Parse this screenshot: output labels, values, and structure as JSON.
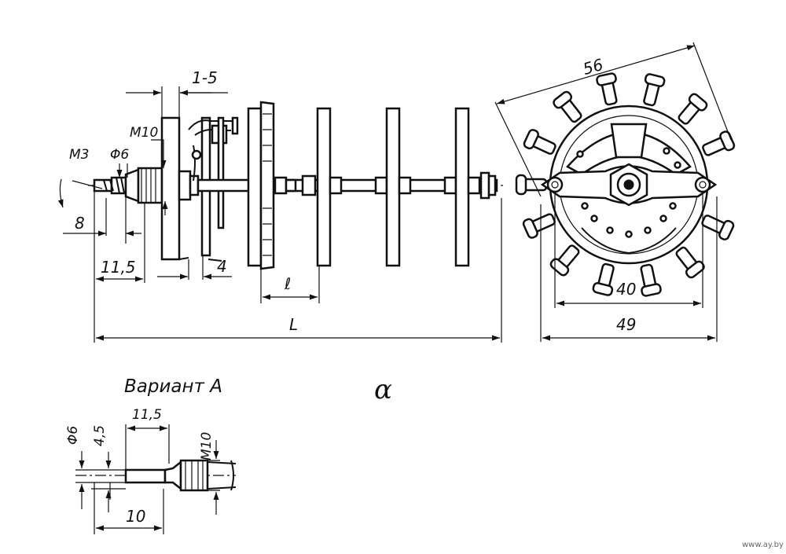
{
  "labels": {
    "m3": "М3",
    "phi6_top": "Φ6",
    "m10_top": "М10",
    "one_five": "1-5",
    "eight": "8",
    "eleven5_main": "11,5",
    "four": "4",
    "small_l": "ℓ",
    "big_l": "L",
    "d56": "56",
    "d40": "40",
    "d49": "49",
    "variant_title": "Вариант А",
    "phi6_var": "Φ6",
    "four5_var": "4,5",
    "eleven5_var": "11,5",
    "m10_var": "М10",
    "ten_var": "10",
    "figure_letter": "α"
  },
  "watermark": "www.ay.by"
}
